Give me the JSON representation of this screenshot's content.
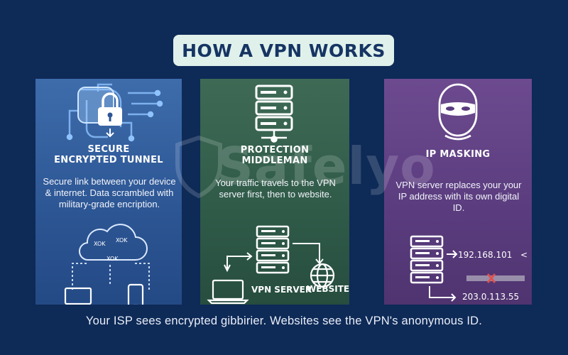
{
  "title": "HOW A VPN WORKS",
  "watermark": "Safelyo",
  "cards": [
    {
      "heading_line1": "SECURE",
      "heading_line2": "ENCRYPTED TUNNEL",
      "description": "Secure link between your device & internet. Data scrambled with military-grade encription.",
      "cloud_tags": [
        "XOK",
        "XOK",
        "XOK"
      ],
      "accent": "#3e6cab"
    },
    {
      "heading_line1": "PROTECTION",
      "heading_line2": "MIDDLEMAN",
      "description": "Your traffic travels to the VPN server first, then to website.",
      "server_label": "VPN SERVER",
      "website_label": "WEBSITE",
      "accent": "#3e6a55"
    },
    {
      "heading_line1": "IP MASKING",
      "description": "VPN server replaces your your IP address with its own digital ID.",
      "ip_original": "192.168.101",
      "ip_original_suffix": "<",
      "ip_masked": "203.0.113.55",
      "accent": "#6d4a8f"
    }
  ],
  "caption": "Your ISP sees encrypted gibbirier. Websites see the VPN's anonymous ID.",
  "colors": {
    "background": "#0e2a57",
    "title_pill": "#dff1ea",
    "title_text": "#163463",
    "blocked_mark": "#e0504d"
  },
  "icons": [
    "padlock-icon",
    "circuit-icon",
    "cloud-icon",
    "laptop-icon",
    "phone-icon",
    "server-icon",
    "globe-icon",
    "masked-face-icon",
    "blocked-x-icon"
  ]
}
